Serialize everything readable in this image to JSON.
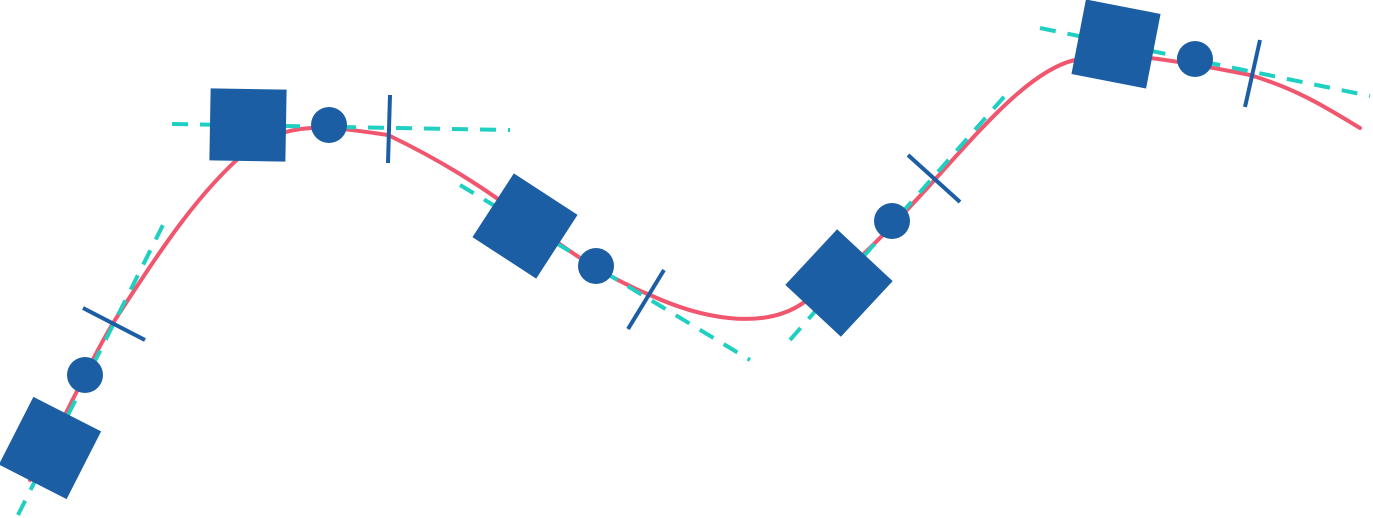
{
  "colors": {
    "curve": "#f0566e",
    "tangent": "#1fcfc1",
    "marker": "#1c5ea3",
    "background": "#ffffff"
  },
  "legend": {
    "square": "square-marker",
    "circle": "circle-marker",
    "tick": "tick-marker"
  }
}
